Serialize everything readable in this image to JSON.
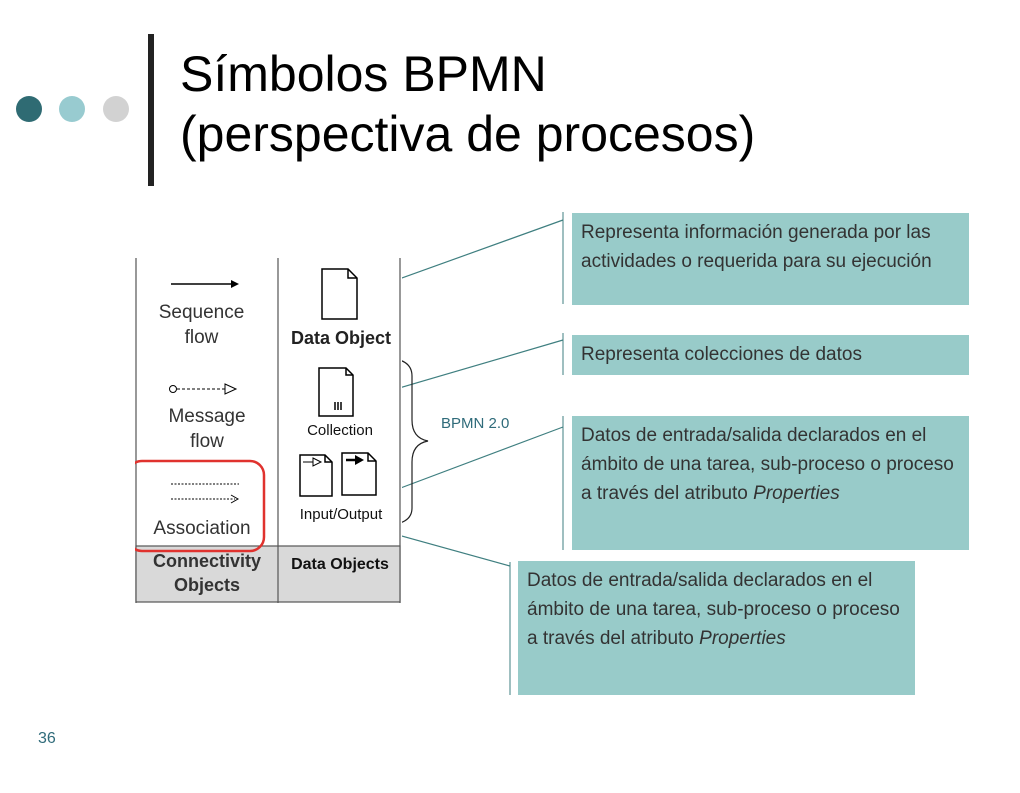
{
  "title": {
    "line1": "Símbolos BPMN",
    "line2": "(perspectiva de procesos)"
  },
  "colors": {
    "dot1": "#2f6b73",
    "dot2": "#98cbd0",
    "dot3": "#d2d2d2",
    "box": "#98cbc9",
    "highlight": "#e0322e"
  },
  "table": {
    "sequence_flow": "Sequence flow",
    "message_flow": "Message flow",
    "association": "Association",
    "data_object": "Data Object",
    "collection": "Collection",
    "input_output": "Input/Output",
    "footer_left": "Connectivity Objects",
    "footer_right": "Data Objects"
  },
  "bpmn_label": "BPMN 2.0",
  "callouts": [
    {
      "text": "Representa información generada por las actividades o requerida para su ejecución"
    },
    {
      "text": "Representa colecciones de datos"
    },
    {
      "text_plain": "Datos de entrada/salida declarados en el ámbito de una tarea, sub-proceso o proceso a través del atributo",
      "text_italic": "Properties"
    },
    {
      "text_plain": "Datos de entrada/salida declarados en el ámbito de una tarea, sub-proceso o proceso a través del atributo",
      "text_italic": "Properties"
    }
  ],
  "slide_number": "36"
}
